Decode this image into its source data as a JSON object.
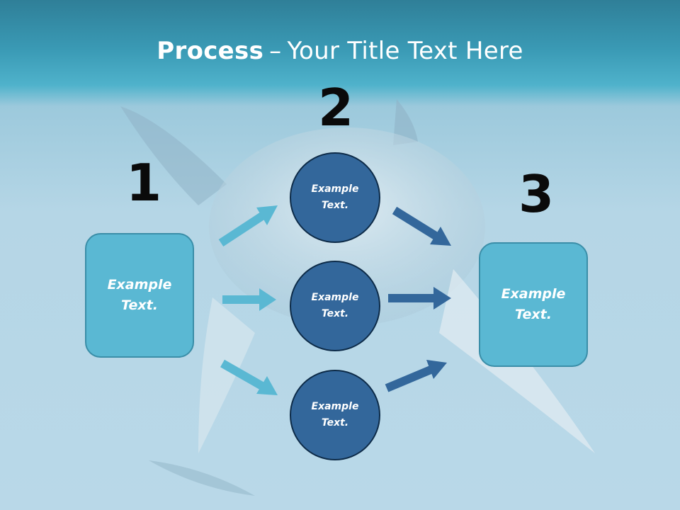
{
  "title": {
    "bold": "Process",
    "dash": "–",
    "rest": "Your Title Text Here"
  },
  "steps": [
    {
      "number": "1",
      "box_text": "Example\nText."
    },
    {
      "number": "2",
      "circles": [
        "Example\nText.",
        "Example\nText.",
        "Example\nText."
      ]
    },
    {
      "number": "3",
      "box_text": "Example\nText."
    }
  ],
  "colors": {
    "box": "#5ab8d3",
    "circle": "#33679b",
    "arrow_light": "#5ab8d3",
    "arrow_dark": "#33679b"
  }
}
